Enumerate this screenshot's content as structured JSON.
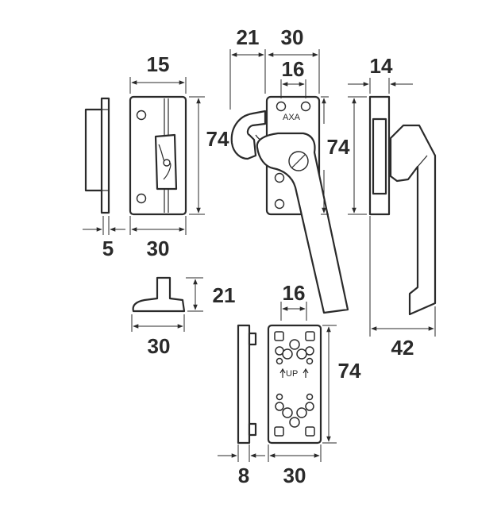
{
  "drawing": {
    "brand_mark": "AXA",
    "orientation_mark": "UP",
    "dimensions": {
      "keep_width": "15",
      "keep_height": "74",
      "keep_side_depth": "5",
      "keep_base_width": "30",
      "hook_reach": "21",
      "plate_width": "30",
      "screw_spacing": "16",
      "plate_height": "74",
      "side_depth": "14",
      "side_height": "74",
      "handle_length": "42",
      "wedge_height": "21",
      "wedge_width": "30",
      "spacer_screw_spacing": "16",
      "spacer_height": "74",
      "spacer_side_depth": "8",
      "spacer_width": "30"
    }
  }
}
